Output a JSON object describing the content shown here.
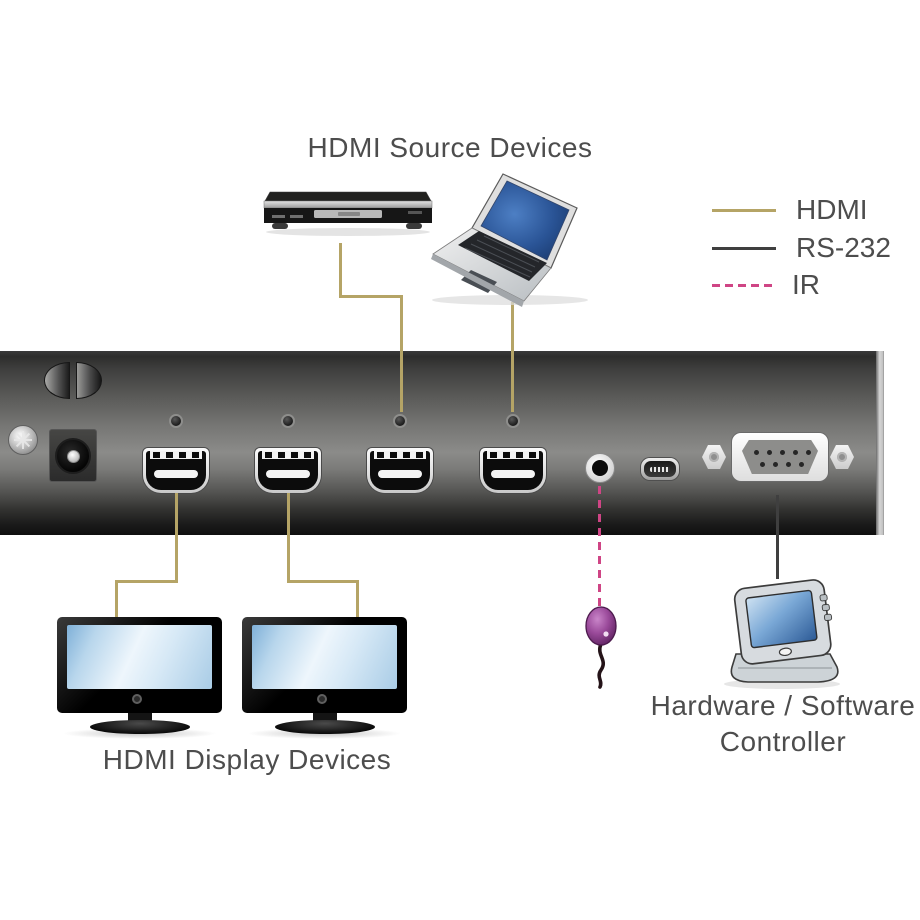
{
  "titles": {
    "source": "HDMI Source Devices",
    "display": "HDMI Display Devices",
    "controller_line1": "Hardware / Software",
    "controller_line2": "Controller"
  },
  "legend": {
    "items": [
      {
        "label": "HDMI",
        "color": "#b5a466",
        "style": "solid"
      },
      {
        "label": "RS-232",
        "color": "#3f3f3f",
        "style": "solid"
      },
      {
        "label": "IR",
        "color": "#cf4585",
        "style": "dashed"
      }
    ]
  },
  "panel": {
    "ports": [
      "grounding-screw",
      "dc-power-jack",
      "hdmi-port-1",
      "hdmi-port-2",
      "hdmi-port-3",
      "hdmi-port-4",
      "ir-audio-jack",
      "mini-usb-port",
      "rs232-db9-port"
    ],
    "led_count": 4,
    "vent": "oval-vent"
  },
  "devices": {
    "sources": [
      "dvd-player",
      "laptop"
    ],
    "displays": [
      "monitor-1",
      "monitor-2"
    ],
    "ir_receiver": "ir-receiver",
    "controller": "touchscreen-controller"
  },
  "connections": {
    "hdmi_color": "#b5a466",
    "rs232_color": "#3f3f3f",
    "ir_color": "#cf4585"
  }
}
